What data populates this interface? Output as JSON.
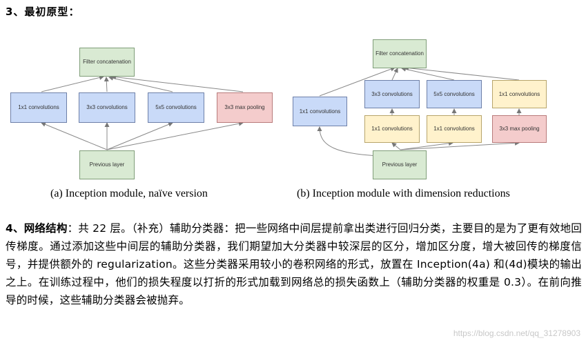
{
  "heading": "3、最初原型：",
  "diagram_a": {
    "filter": "Filter concatenation",
    "conv1": "1x1 convolutions",
    "conv3": "3x3 convolutions",
    "conv5": "5x5 convolutions",
    "pool": "3x3 max pooling",
    "prev": "Previous layer",
    "caption": "(a)  Inception module, naïve version"
  },
  "diagram_b": {
    "filter": "Filter concatenation",
    "conv1_left": "1x1 convolutions",
    "conv3": "3x3 convolutions",
    "conv5": "5x5 convolutions",
    "conv1_right": "1x1 convolutions",
    "reduce1": "1x1 convolutions",
    "reduce2": "1x1 convolutions",
    "pool": "3x3 max pooling",
    "prev": "Previous layer",
    "caption": "(b)  Inception module with dimension reductions"
  },
  "section4": {
    "label": "4、网络结构",
    "text": "：共 22 层。（补充）辅助分类器：把一些网络中间层提前拿出类进行回归分类，主要目的是为了更有效地回传梯度。通过添加这些中间层的辅助分类器，我们期望加大分类器中较深层的区分，增加区分度，增大被回传的梯度信号，并提供额外的 regularization。这些分类器采用较小的卷积网络的形式，放置在 Inception(4a) 和(4d)模块的输出之上。在训练过程中，他们的损失程度以打折的形式加载到网络总的损失函数上（辅助分类器的权重是 0.3）。在前向推导的时候，这些辅助分类器会被抛弃。"
  },
  "watermark": "https://blog.csdn.net/qq_31278903"
}
